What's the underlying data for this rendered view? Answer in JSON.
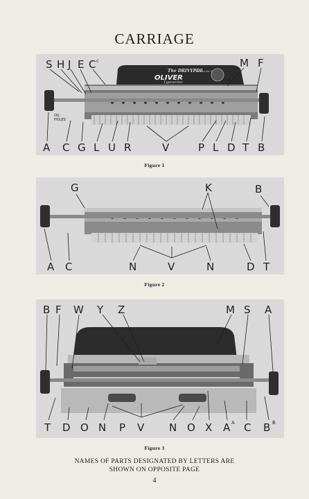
{
  "title": "CARRIAGE",
  "figures": [
    {
      "caption": "Figure 1",
      "nameplate": {
        "brand": "The DRIVYPDE",
        "brand_small": "has bell ple 1000",
        "name": "OLIVER",
        "sub": "Typewriter"
      },
      "oil_label": "OIL\nHOLES",
      "top_letters": [
        "S",
        "H",
        "J",
        "E",
        "C",
        "M",
        "F"
      ],
      "top_superscript": "c",
      "bottom_letters": [
        "A",
        "C",
        "G",
        "L",
        "U",
        "R",
        "V",
        "P",
        "L",
        "D",
        "T",
        "B"
      ]
    },
    {
      "caption": "Figure 2",
      "top_letters": [
        "G",
        "K",
        "B"
      ],
      "bottom_letters": [
        "A",
        "C",
        "N",
        "V",
        "N",
        "D",
        "T"
      ]
    },
    {
      "caption": "Figure 3",
      "top_letters": [
        "B",
        "F",
        "W",
        "Y",
        "Z",
        "M",
        "S",
        "A"
      ],
      "bottom_letters": [
        "T",
        "D",
        "O",
        "N",
        "P",
        "V",
        "N",
        "O",
        "X",
        "A",
        "C",
        "B"
      ],
      "superscript": "A",
      "superscript_b": "B"
    }
  ],
  "footnote_line1": "NAMES OF PARTS DESIGNATED BY LETTERS ARE",
  "footnote_line2": "SHOWN ON OPPOSITE PAGE",
  "page_number": "4"
}
